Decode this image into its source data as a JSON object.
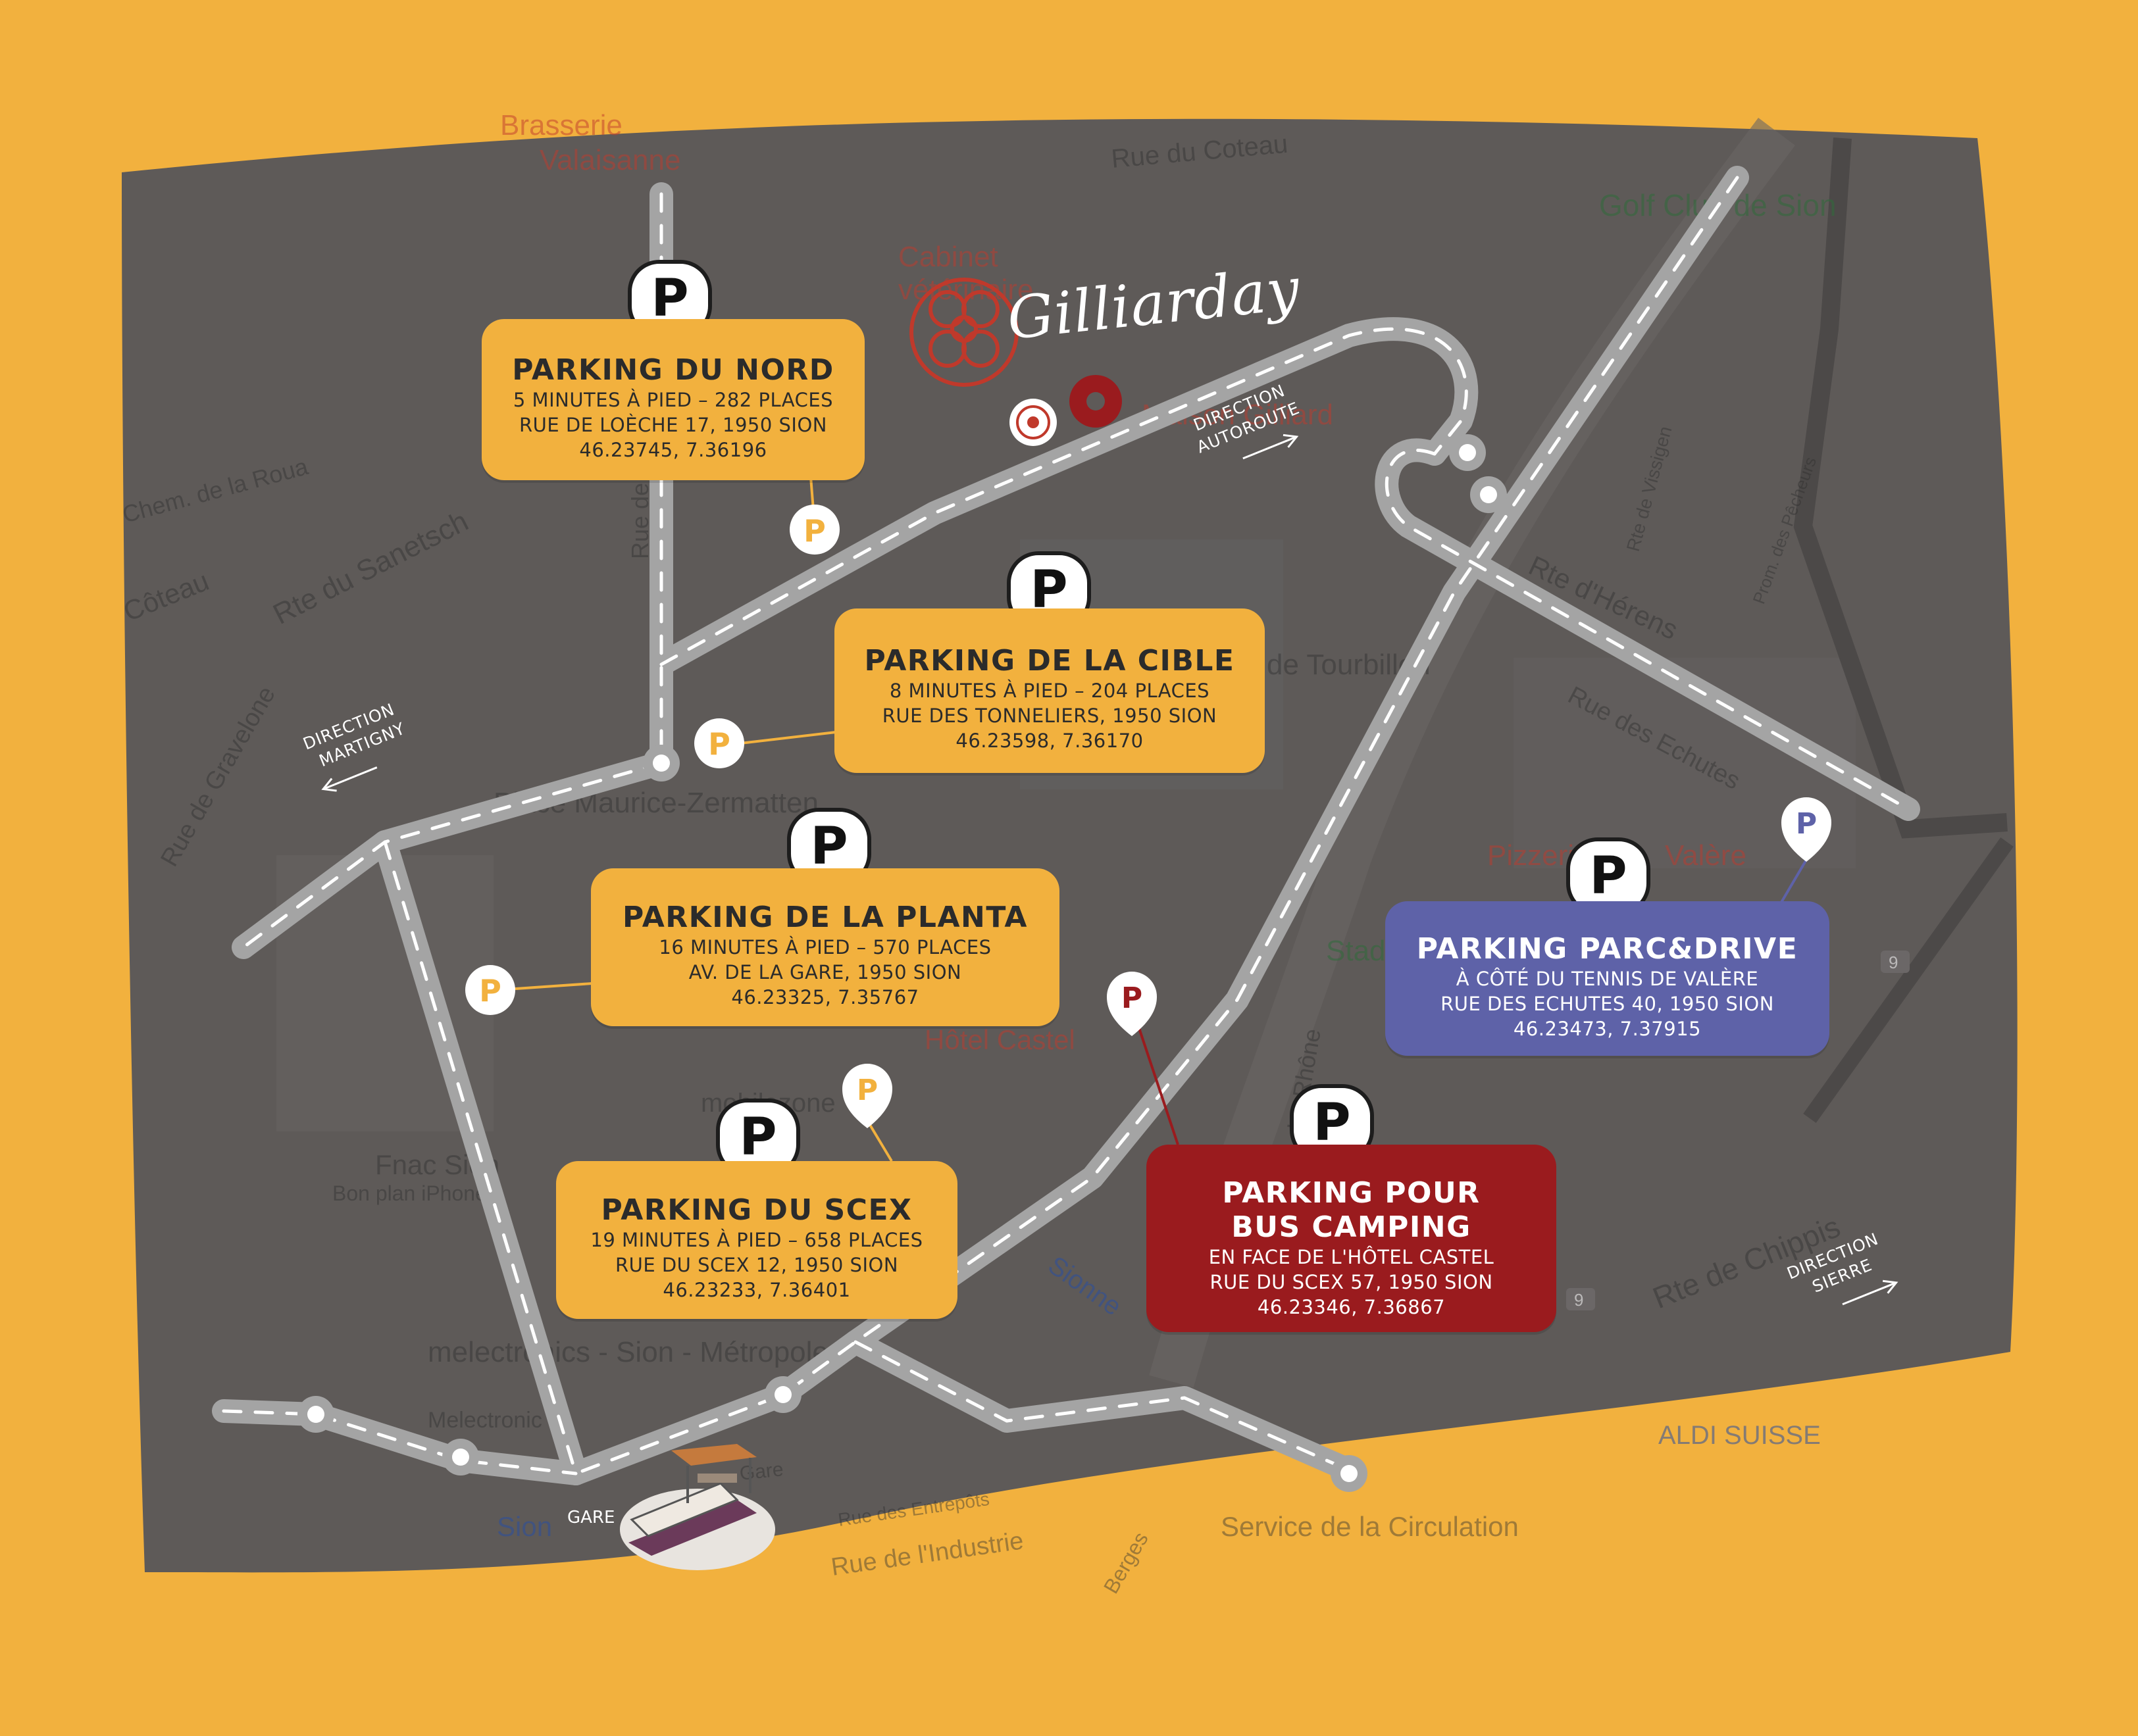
{
  "brand": {
    "name": "Gilliarday",
    "colors": {
      "background": "#F2B13E",
      "map": "#5E5A58",
      "road": "#9E9E9E",
      "accent_red": "#9A1B1E",
      "accent_blue": "#5E62A8"
    }
  },
  "map_labels": [
    "Brasserie",
    "Valaisanne",
    "Rue du Coteau",
    "Golf Club de Sion",
    "Cabinet",
    "vétérinaire",
    "Maison Gilliard",
    "Chem. de la Roua",
    "Rte du Sanetsch",
    "Côteau",
    "Rue de Loèche",
    "Rte d'Hérens",
    "Rte de Vissigen",
    "Prom. des Pêcheurs",
    "de Tourbillon",
    "Rue des Echutes",
    "Place Maurice-Zermatten",
    "Rue de Gravelone",
    "Pizzeria",
    "Valère",
    "Stade",
    "Hôtel Castel",
    "mobilezone",
    "Fnac Sion",
    "Bon plan iPhone",
    "Sionne",
    "Rte de Chippis",
    "ALDI SUISSE",
    "melectronics - Sion - Métropole",
    "Melectronic",
    "Sion",
    "Gare",
    "Rue des Entrepôts",
    "Rue de l'Industrie",
    "Berges",
    "Service de la Circulation",
    "Le Rhône",
    "9",
    "9"
  ],
  "directions": {
    "autoroute": [
      "DIRECTION",
      "AUTOROUTE"
    ],
    "martigny": [
      "DIRECTION",
      "MARTIGNY"
    ],
    "sierre": [
      "DIRECTION",
      "SIERRE"
    ]
  },
  "gare_label": "GARE",
  "parkings": [
    {
      "id": "nord",
      "badge": "P",
      "title": "PARKING DU NORD",
      "walk": "5 MINUTES À PIED – 282 PLACES",
      "address": "RUE DE LOÈCHE 17, 1950 SION",
      "coords": "46.23745, 7.36196",
      "color": "yellow"
    },
    {
      "id": "cible",
      "badge": "P",
      "title": "PARKING DE LA CIBLE",
      "walk": "8 MINUTES À PIED – 204 PLACES",
      "address": "RUE DES TONNELIERS, 1950 SION",
      "coords": "46.23598, 7.36170",
      "color": "yellow"
    },
    {
      "id": "planta",
      "badge": "P",
      "title": "PARKING DE LA PLANTA",
      "walk": "16 MINUTES À PIED – 570 PLACES",
      "address": "AV. DE LA GARE, 1950 SION",
      "coords": "46.23325, 7.35767",
      "color": "yellow"
    },
    {
      "id": "scex",
      "badge": "P",
      "title": "PARKING DU SCEX",
      "walk": "19 MINUTES À PIED – 658 PLACES",
      "address": "RUE DU SCEX 12, 1950 SION",
      "coords": "46.23233, 7.36401",
      "color": "yellow"
    },
    {
      "id": "parcdrive",
      "badge": "P",
      "title": "PARKING PARC&DRIVE",
      "walk": "À CÔTÉ DU TENNIS DE VALÈRE",
      "address": "RUE DES ECHUTES 40, 1950 SION",
      "coords": "46.23473, 7.37915",
      "color": "blue"
    },
    {
      "id": "bus",
      "badge": "P",
      "title_lines": [
        "PARKING POUR",
        "BUS CAMPING"
      ],
      "walk": "EN FACE DE L'HÔTEL CASTEL",
      "address": "RUE DU SCEX 57, 1950 SION",
      "coords": "46.23346, 7.36867",
      "color": "red"
    }
  ],
  "markers": {
    "p_letter": "P"
  }
}
